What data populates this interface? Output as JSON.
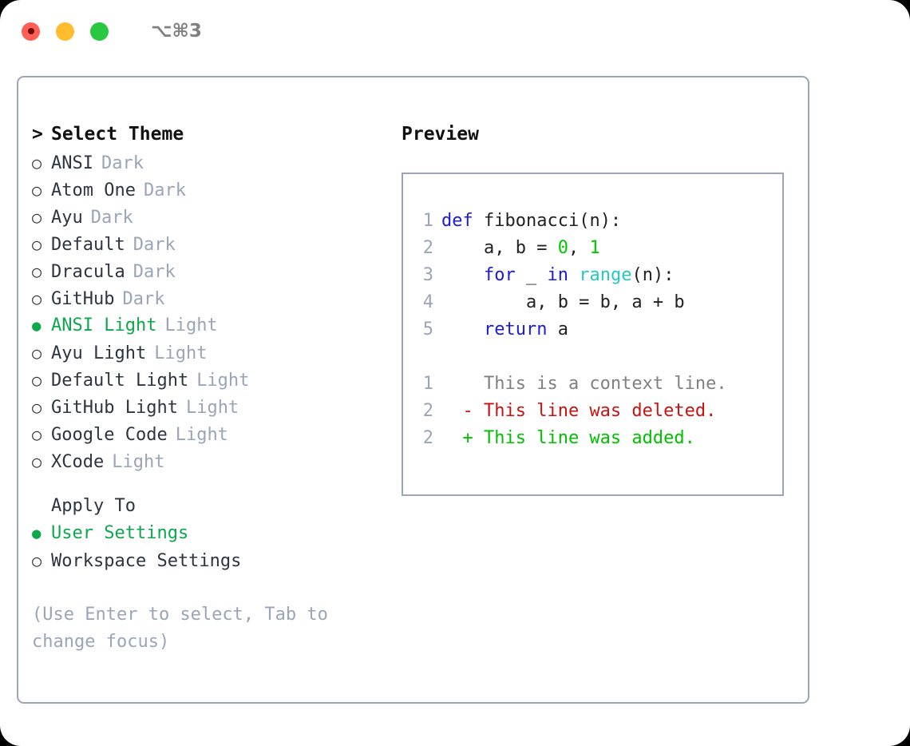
{
  "window": {
    "shortcut_label": "⌥⌘3",
    "traffic_lights": [
      {
        "name": "close",
        "color": "#ff5f57"
      },
      {
        "name": "minimize",
        "color": "#febc2e"
      },
      {
        "name": "maximize",
        "color": "#28c840"
      }
    ]
  },
  "theme_selector": {
    "header": "Select Theme",
    "caret": ">",
    "bullet_selected": "●",
    "bullet_unselected": "○",
    "items": [
      {
        "label": "ANSI",
        "tag": "Dark",
        "selected": false
      },
      {
        "label": "Atom One",
        "tag": "Dark",
        "selected": false
      },
      {
        "label": "Ayu",
        "tag": "Dark",
        "selected": false
      },
      {
        "label": "Default",
        "tag": "Dark",
        "selected": false
      },
      {
        "label": "Dracula",
        "tag": "Dark",
        "selected": false
      },
      {
        "label": "GitHub",
        "tag": "Dark",
        "selected": false
      },
      {
        "label": "ANSI Light",
        "tag": "Light",
        "selected": true
      },
      {
        "label": "Ayu Light",
        "tag": "Light",
        "selected": false
      },
      {
        "label": "Default Light",
        "tag": "Light",
        "selected": false
      },
      {
        "label": "GitHub Light",
        "tag": "Light",
        "selected": false
      },
      {
        "label": "Google Code",
        "tag": "Light",
        "selected": false
      },
      {
        "label": "XCode",
        "tag": "Light",
        "selected": false
      }
    ]
  },
  "apply_to": {
    "header": "Apply To",
    "items": [
      {
        "label": "User Settings",
        "selected": true
      },
      {
        "label": "Workspace Settings",
        "selected": false
      }
    ]
  },
  "hint": "(Use Enter to select, Tab to change focus)",
  "preview": {
    "title": "Preview",
    "code_lines": [
      {
        "no": "1",
        "tokens": [
          {
            "t": "def",
            "c": "kw"
          },
          {
            "t": " fibonacci(n):",
            "c": "plain"
          }
        ]
      },
      {
        "no": "2",
        "tokens": [
          {
            "t": "    a, b = ",
            "c": "plain"
          },
          {
            "t": "0",
            "c": "num"
          },
          {
            "t": ", ",
            "c": "plain"
          },
          {
            "t": "1",
            "c": "num"
          }
        ]
      },
      {
        "no": "3",
        "tokens": [
          {
            "t": "    ",
            "c": "plain"
          },
          {
            "t": "for",
            "c": "kw"
          },
          {
            "t": " _ ",
            "c": "plain"
          },
          {
            "t": "in",
            "c": "kw"
          },
          {
            "t": " ",
            "c": "plain"
          },
          {
            "t": "range",
            "c": "fn"
          },
          {
            "t": "(n):",
            "c": "plain"
          }
        ]
      },
      {
        "no": "4",
        "tokens": [
          {
            "t": "        a, b = b, a + b",
            "c": "plain"
          }
        ]
      },
      {
        "no": "5",
        "tokens": [
          {
            "t": "    ",
            "c": "plain"
          },
          {
            "t": "return",
            "c": "kw"
          },
          {
            "t": " a",
            "c": "plain"
          }
        ]
      }
    ],
    "diff_lines": [
      {
        "no": "1",
        "marker": " ",
        "text": " This is a context line.",
        "kind": "ctx"
      },
      {
        "no": "2",
        "marker": "-",
        "text": " This line was deleted.",
        "kind": "del"
      },
      {
        "no": "2",
        "marker": "+",
        "text": " This line was added.",
        "kind": "add"
      }
    ]
  },
  "colors": {
    "accent_green": "#0ca84b",
    "muted_blue_gray": "#9aa5b8",
    "keyword_blue": "#1a1ae0",
    "function_cyan": "#22c8c8",
    "number_green": "#00c800",
    "diff_delete_red": "#cc1111",
    "diff_add_green": "#00c000",
    "diff_context_gray": "#808080",
    "text_dark": "#2e3440",
    "card_background": "#ffffff",
    "page_background": "#000000"
  }
}
